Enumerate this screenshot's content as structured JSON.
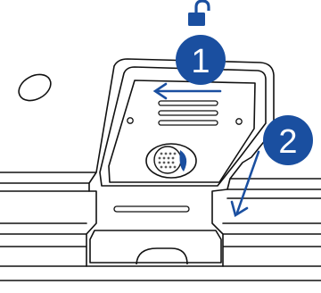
{
  "colors": {
    "line": "#111111",
    "accent": "#1a4fa0",
    "fill": "#ffffff",
    "grid_dot": "#5a5a5a"
  },
  "icons": {
    "unlock": "unlocked-padlock-icon"
  },
  "steps": [
    {
      "number": "1",
      "action": "slide-left"
    },
    {
      "number": "2",
      "action": "pull-down"
    }
  ]
}
